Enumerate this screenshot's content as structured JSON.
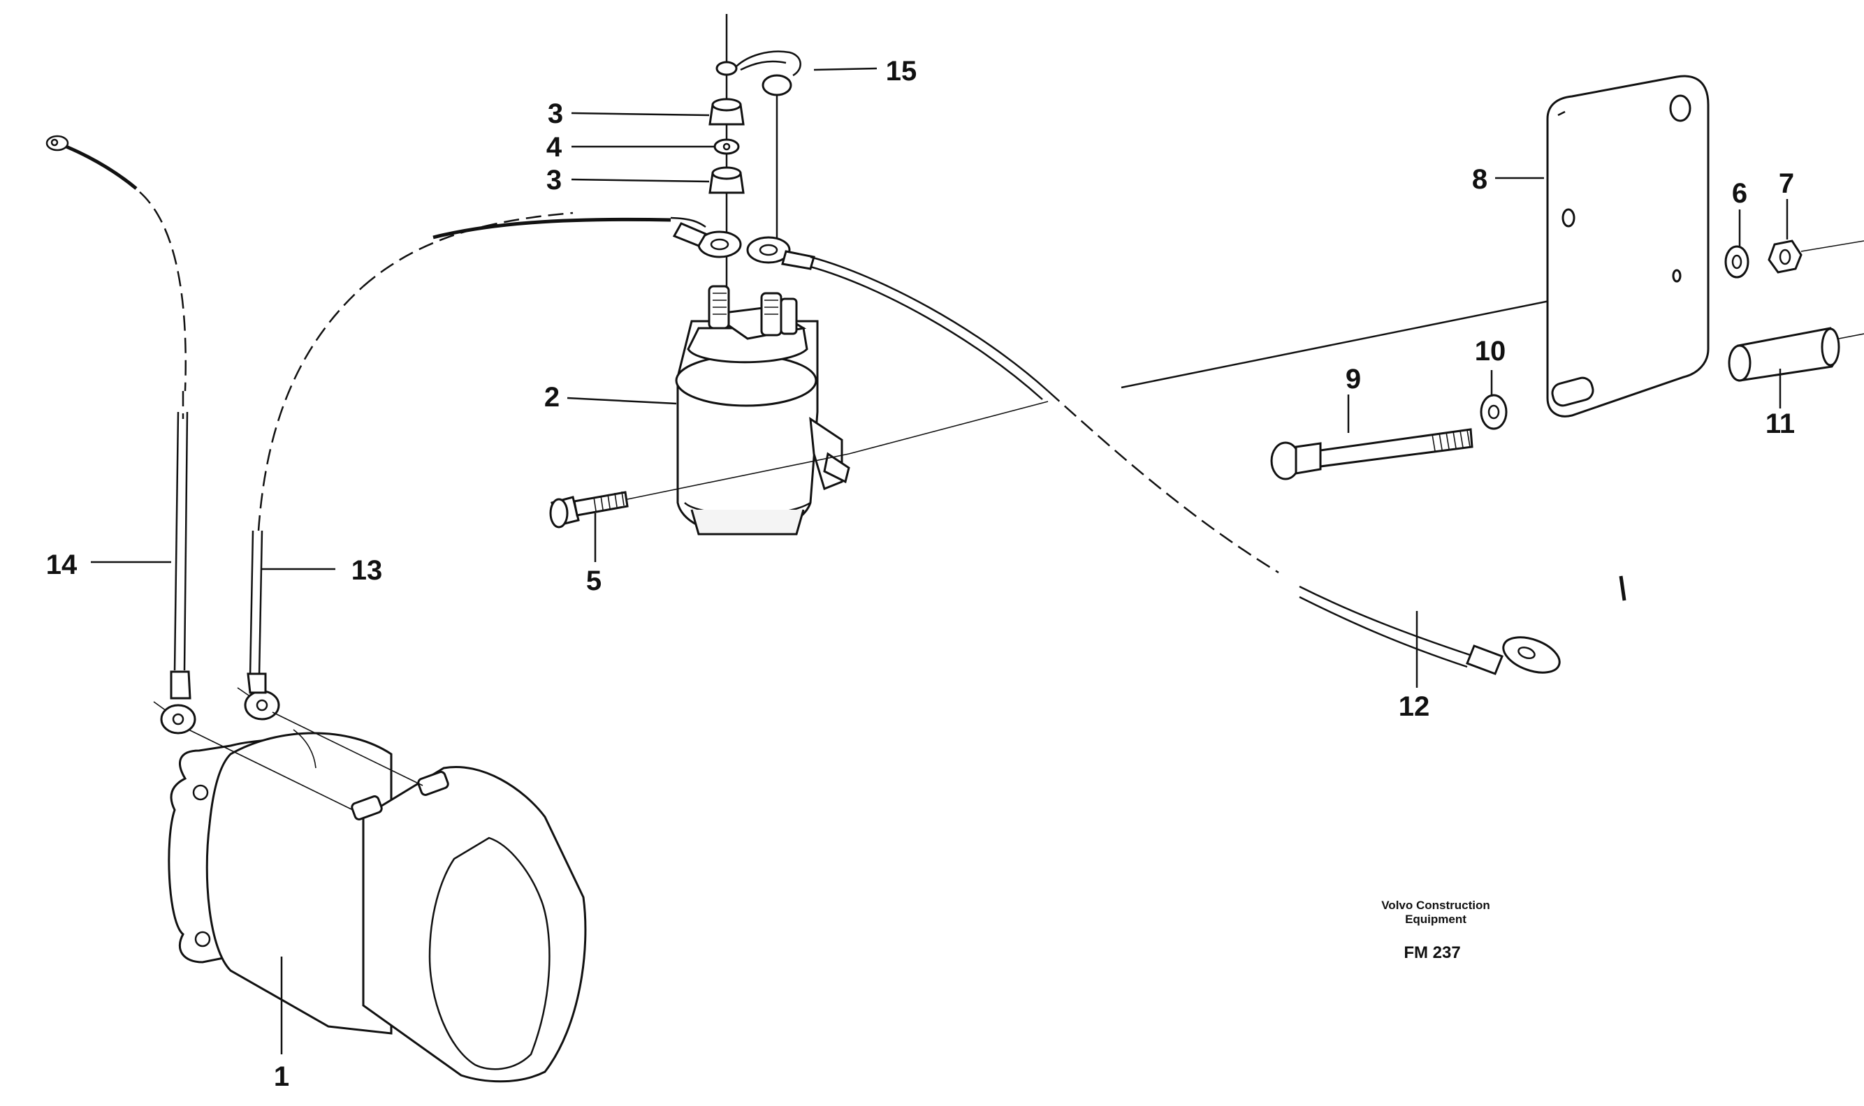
{
  "callouts": {
    "c1": "1",
    "c2": "2",
    "c3a": "3",
    "c3b": "3",
    "c4": "4",
    "c5": "5",
    "c6": "6",
    "c7": "7",
    "c8": "8",
    "c9": "9",
    "c10": "10",
    "c11": "11",
    "c12": "12",
    "c13": "13",
    "c14": "14",
    "c15": "15"
  },
  "credit": {
    "line1": "Volvo Construction",
    "line2": "Equipment",
    "code": "FM 237"
  }
}
